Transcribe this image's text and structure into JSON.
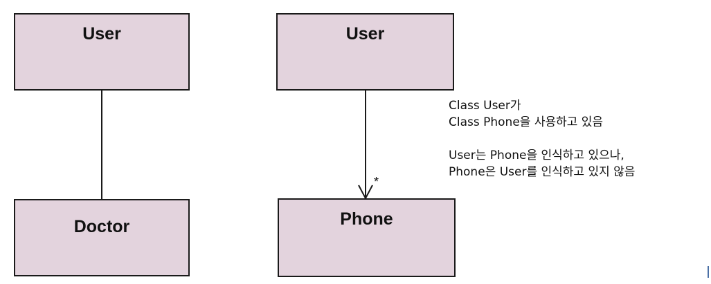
{
  "classes": {
    "user_left": "User",
    "doctor": "Doctor",
    "user_right": "User",
    "phone": "Phone"
  },
  "association": {
    "multiplicity": "*"
  },
  "note": {
    "line1": "Class User가",
    "line2": "Class Phone을 사용하고 있음",
    "line3": "User는 Phone을 인식하고 있으나,",
    "line4": "Phone은 User를 인식하고 있지 않음"
  },
  "colors": {
    "class_fill": "#e3d3dd",
    "class_border": "#1a1a1a",
    "line": "#1a1a1a"
  }
}
